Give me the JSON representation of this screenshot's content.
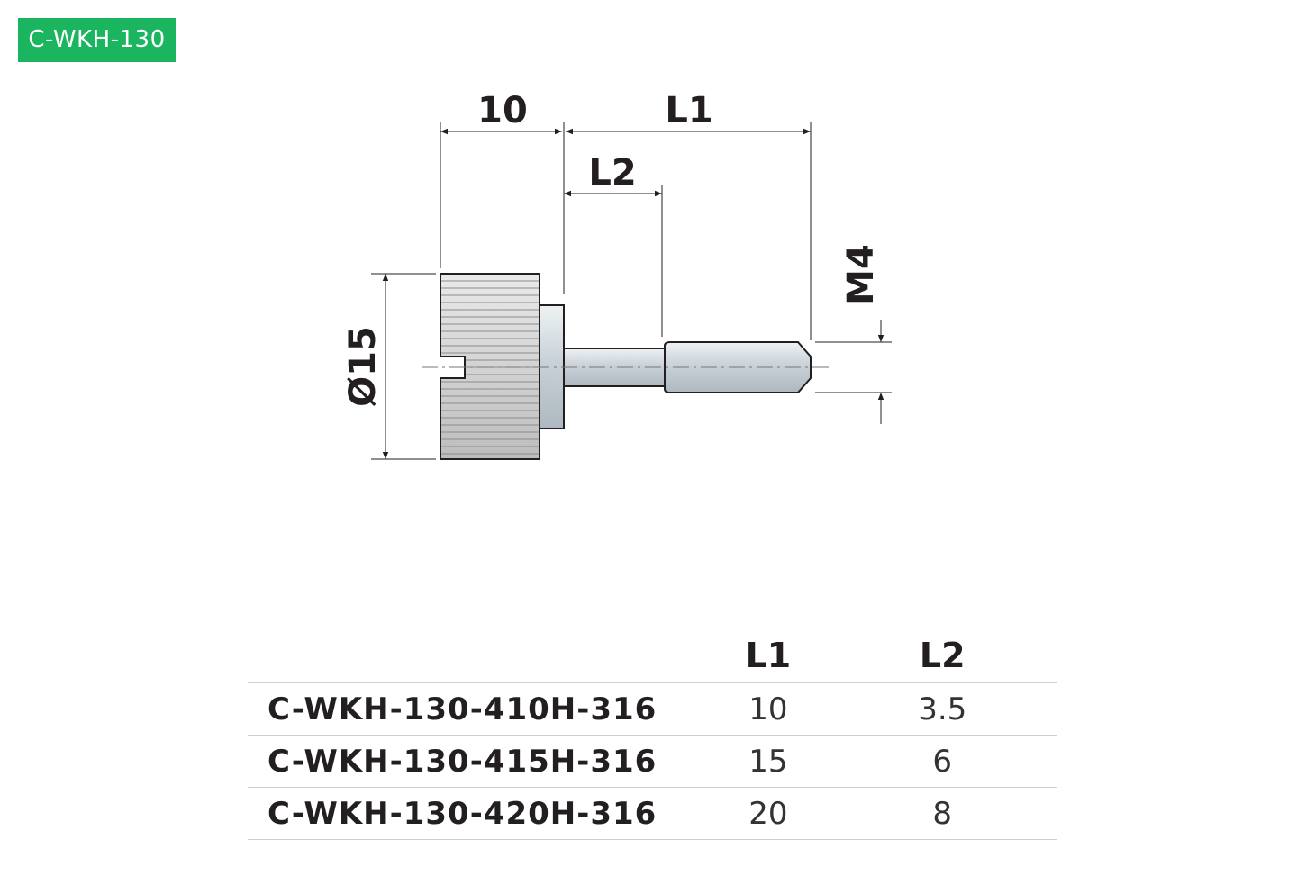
{
  "badge": {
    "label": "C-WKH-130",
    "color": "#1bb45f"
  },
  "drawing": {
    "dim_head_length": "10",
    "dim_l1": "L1",
    "dim_l2": "L2",
    "dim_diameter": "Ø15",
    "dim_thread": "M4"
  },
  "table": {
    "headers": [
      "",
      "L1",
      "L2"
    ],
    "rows": [
      {
        "model": "C-WKH-130-410H-316",
        "l1": "10",
        "l2": "3.5"
      },
      {
        "model": "C-WKH-130-415H-316",
        "l1": "15",
        "l2": "6"
      },
      {
        "model": "C-WKH-130-420H-316",
        "l1": "20",
        "l2": "8"
      }
    ]
  }
}
